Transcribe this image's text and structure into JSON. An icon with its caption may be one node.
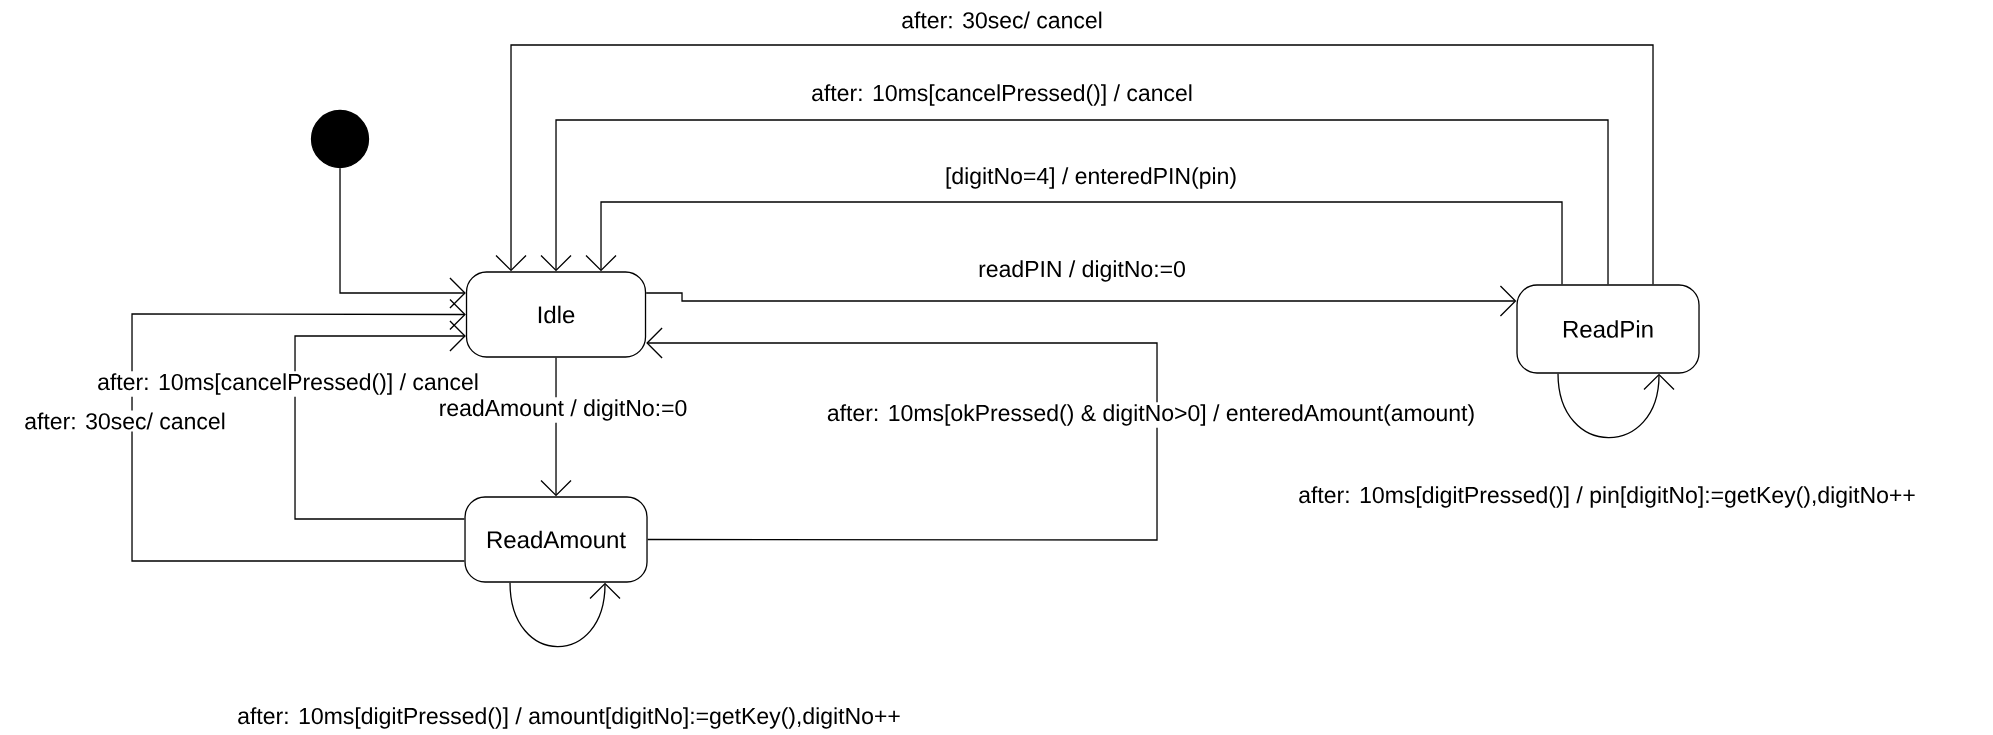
{
  "diagram": {
    "nodes": [
      {
        "text": [],
        "shape": "circle"
      },
      {
        "text": [
          "Idle"
        ]
      },
      {
        "text": [
          "ReadAmount"
        ]
      },
      {
        "text": [
          "ReadPin"
        ]
      }
    ],
    "edges": [
      {
        "from": 0,
        "to": 1,
        "arrow": "to"
      },
      {
        "from": 1,
        "to": 3,
        "arrow": "to",
        "label": "readPIN / digitNo:=0"
      },
      {
        "from": 3,
        "to": 1,
        "arrow": "to",
        "label": "[digitNo=4] / enteredPIN(pin)"
      },
      {
        "from": 3,
        "to": 1,
        "arrow": "to",
        "label": "after: 10ms[cancelPressed()] / cancel"
      },
      {
        "from": 3,
        "to": 1,
        "arrow": "to",
        "label": "after: 30sec/ cancel"
      },
      {
        "from": 3,
        "to": 3,
        "arrow": "to",
        "label": "after: 10ms[digitPressed()] / pin[digitNo]:=getKey(),digitNo++"
      },
      {
        "from": 1,
        "to": 2,
        "arrow": "to",
        "label": "readAmount / digitNo:=0"
      },
      {
        "from": 2,
        "to": 1,
        "arrow": "to",
        "label": "after: 10ms[okPressed() & digitNo>0] / enteredAmount(amount)"
      },
      {
        "from": 2,
        "to": 1,
        "arrow": "to",
        "label": "after: 10ms[cancelPressed()] / cancel"
      },
      {
        "from": 2,
        "to": 1,
        "arrow": "to",
        "label": "after: 30sec/ cancel"
      },
      {
        "from": 2,
        "to": 2,
        "arrow": "to",
        "label": "after: 10ms[digitPressed()] / amount[digitNo]:=getKey(),digitNo++"
      }
    ]
  }
}
